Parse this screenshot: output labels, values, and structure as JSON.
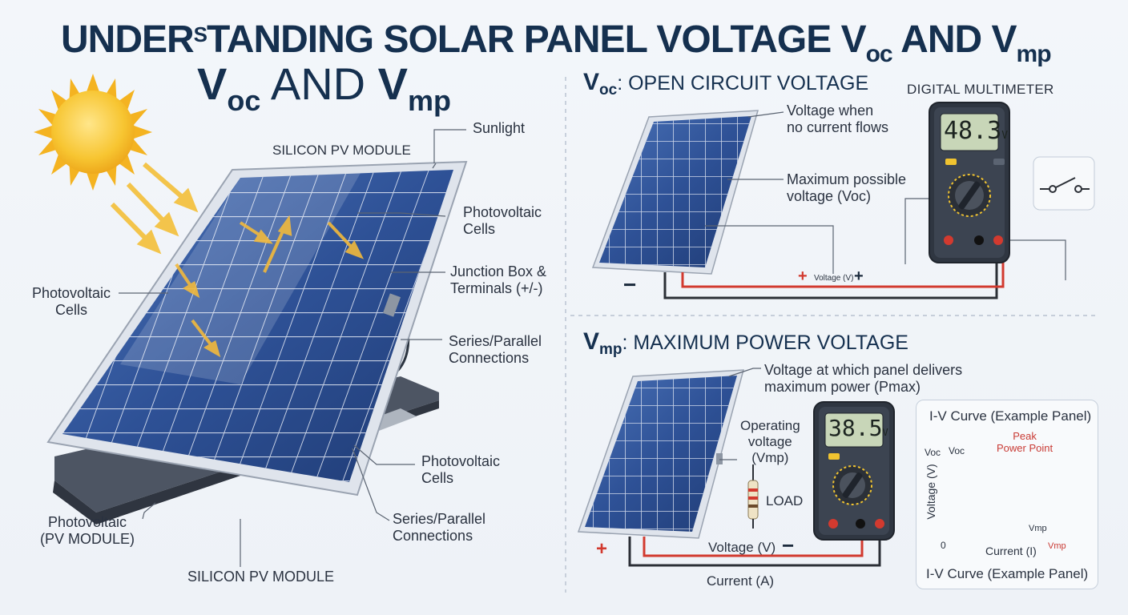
{
  "title": {
    "part1": "UNDER",
    "part_sup": "S",
    "part2": "TANDING SOLAR PANEL VOLTAGE V",
    "sub1": "oc",
    "part3": " AND V",
    "sub2": "mp"
  },
  "subtitle": {
    "v1": "V",
    "sub1": "oc",
    "and": " AND ",
    "v2": "V",
    "sub2": "mp"
  },
  "left_labels": {
    "sunlight": "Sunlight",
    "module_top": "SILICON PV MODULE",
    "pv_cells_right_1": "Photovoltaic",
    "pv_cells_right_2": "Cells",
    "junction_1": "Junction Box &",
    "junction_2": "Terminals (+/-)",
    "pv_cells_left_1": "Photovoltaic",
    "pv_cells_left_2": "Cells",
    "series_1_a": "Series/Parallel",
    "series_1_b": "Connections",
    "pv_cells_bottom_1": "Photovoltaic",
    "pv_cells_bottom_2": "Cells",
    "series_2_a": "Series/Parallel",
    "series_2_b": "Connections",
    "pv_module_1": "Photovoltaic",
    "pv_module_2": "(PV MODULE)",
    "module_bottom": "SILICON PV MODULE"
  },
  "voc_section": {
    "heading_v": "V",
    "heading_sub": "oc",
    "heading_rest": ": OPEN CIRCUIT VOLTAGE",
    "meter_title": "DIGITAL MULTIMETER",
    "reading": "48.3",
    "reading_unit": "V",
    "label_no_current_1": "Voltage when",
    "label_no_current_2": "no current flows",
    "label_max_1": "Maximum possible",
    "label_max_2": "voltage (Voc)",
    "minus": "−",
    "plus": "+",
    "wire_label": "Voltage (V)",
    "wire_plus": "+"
  },
  "vmp_section": {
    "heading_v": "V",
    "heading_sub": "mp",
    "heading_rest": ": MAXIMUM POWER VOLTAGE",
    "label_delivers_1": "Voltage at which panel delivers",
    "label_delivers_2": "maximum power (Pmax)",
    "operating_1": "Operating",
    "operating_2": "voltage",
    "operating_3": "(Vmp)",
    "load": "LOAD",
    "reading": "38.5",
    "reading_unit": "V",
    "plus": "+",
    "minus": "−",
    "voltage_label": "Voltage (V)",
    "current_label": "Current (A)"
  },
  "iv_curve": {
    "title_top": "I-V Curve (Example Panel)",
    "title_bottom": "I-V Curve (Example Panel)",
    "y_axis": "Voltage (V)",
    "x_axis": "Current (I)",
    "voc_tick": "Voc",
    "voc_curve_label": "Voc",
    "peak_1": "Peak",
    "peak_2": "Power Point",
    "vmp_label": "Vmp",
    "vmp_tick": "Vmp",
    "origin": "0"
  },
  "colors": {
    "navy": "#15304f",
    "panel": "#2c4f8c",
    "wire_red": "#d23a2f",
    "sun": "#f7c531",
    "curve": "#c93b35"
  }
}
